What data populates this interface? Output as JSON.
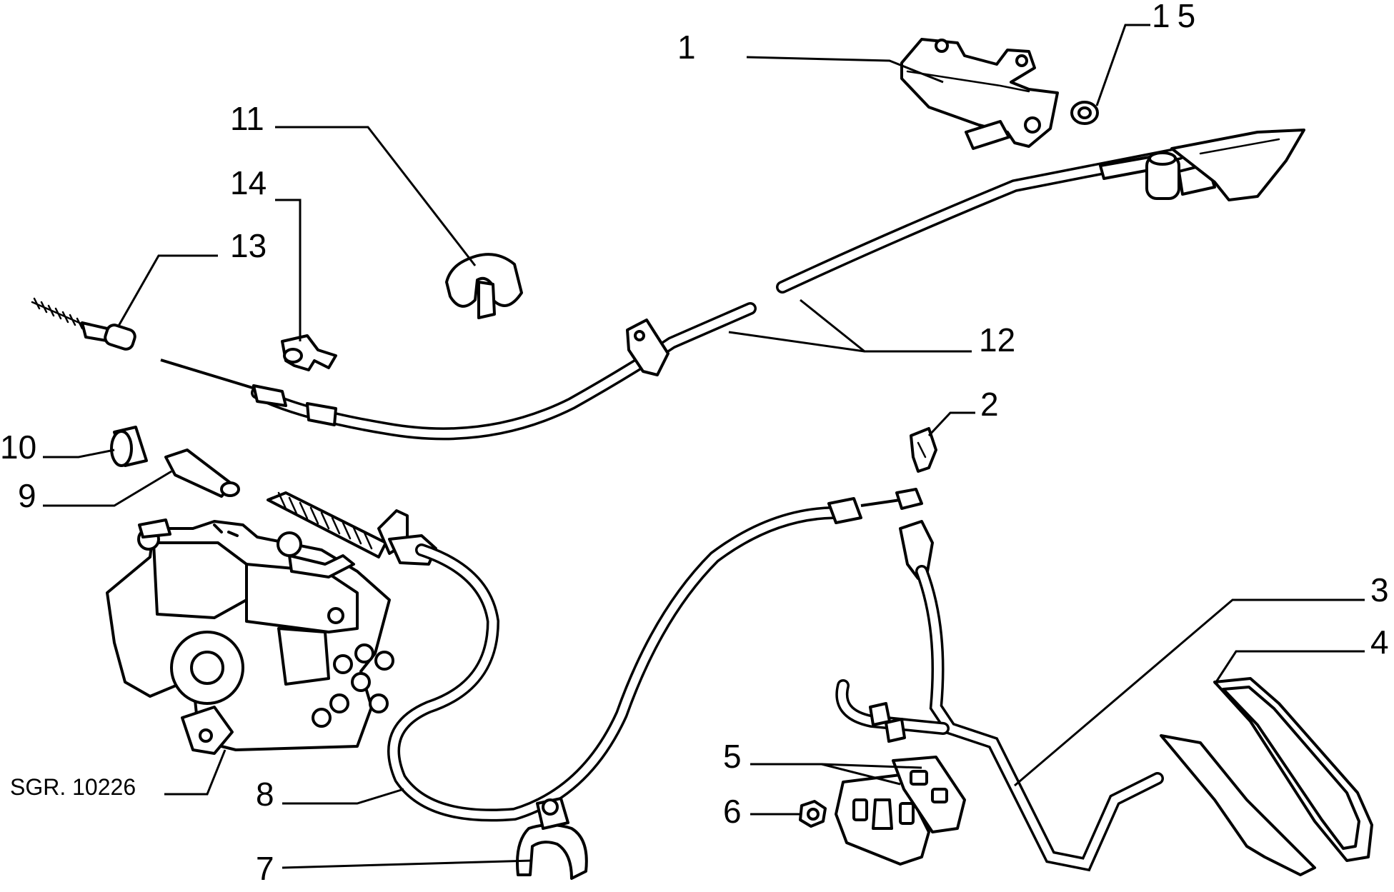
{
  "diagram": {
    "reference_code": "SGR. 10226",
    "callouts": [
      {
        "id": "c1",
        "label": "1"
      },
      {
        "id": "c2",
        "label": "2"
      },
      {
        "id": "c3",
        "label": "3"
      },
      {
        "id": "c4",
        "label": "4"
      },
      {
        "id": "c5",
        "label": "5"
      },
      {
        "id": "c6",
        "label": "6"
      },
      {
        "id": "c7",
        "label": "7"
      },
      {
        "id": "c8",
        "label": "8"
      },
      {
        "id": "c9",
        "label": "9"
      },
      {
        "id": "c10",
        "label": "10"
      },
      {
        "id": "c11",
        "label": "11"
      },
      {
        "id": "c12",
        "label": "12"
      },
      {
        "id": "c13",
        "label": "13"
      },
      {
        "id": "c14",
        "label": "14"
      },
      {
        "id": "c15",
        "label": "15"
      }
    ]
  }
}
